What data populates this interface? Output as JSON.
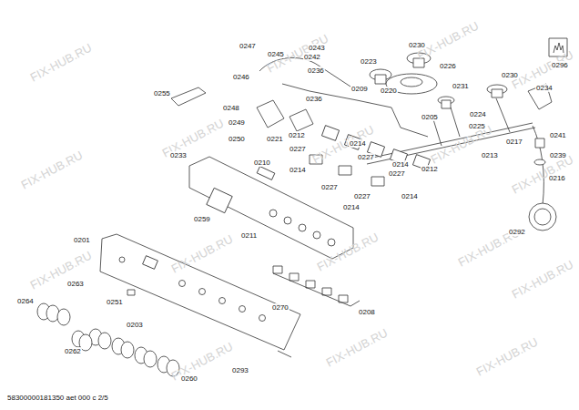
{
  "diagram": {
    "labels": [
      "FIX-HUB.RU",
      "FIX-HUB.RU",
      "FIX-HUB.RU",
      "FIX-HUB.RU",
      "FIX-HUB.RU",
      "FIX-HUB.RU",
      "FIX-HUB.RU",
      "FIX-HUB.RU",
      "FIX-HUB.RU",
      "FIX-HUB.RU",
      "FIX-HUB.RU",
      "FIX-HUB.RU",
      "FIX-HUB.RU",
      "FIX-HUB.RU",
      "FIX-HUB.RU",
      "FIX-HUB.RU",
      "FIX-HUB.RU",
      "0247",
      "0245",
      "0243",
      "0242",
      "0236",
      "0246",
      "0255",
      "0248",
      "0249",
      "0250",
      "0221",
      "0212",
      "0236",
      "0209",
      "0223",
      "0230",
      "0226",
      "0220",
      "0231",
      "0230",
      "0234",
      "0205",
      "0224",
      "0225",
      "0227",
      "0214",
      "0214",
      "0227",
      "0214",
      "0227",
      "0227",
      "0227",
      "0214",
      "0214",
      "0212",
      "0213",
      "0217",
      "0241",
      "0239",
      "0216",
      "0292",
      "0296",
      "0233",
      "0210",
      "0259",
      "0211",
      "0201",
      "0263",
      "0264",
      "0251",
      "0270",
      "0208",
      "0203",
      "0262",
      "0260",
      "0293",
      "58300000181350 aet 000 c 2/5"
    ]
  }
}
